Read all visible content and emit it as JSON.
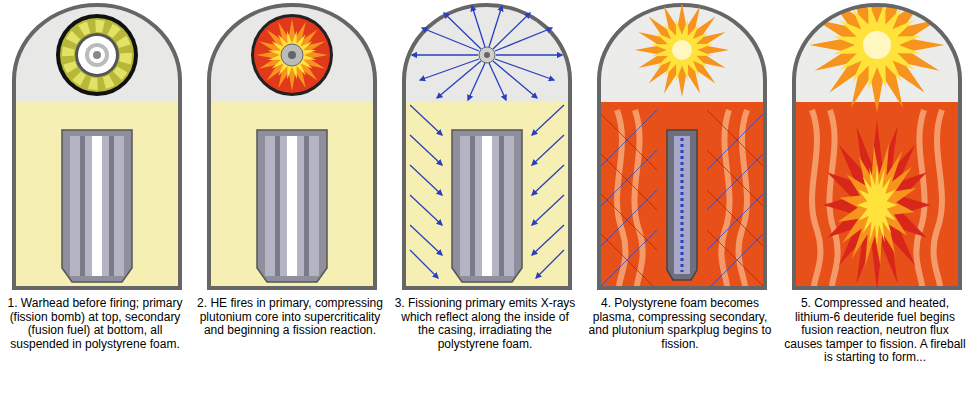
{
  "diagram": {
    "labels": [
      "1. Warhead before firing; primary (fission bomb) at top, secondary (fusion fuel) at bottom, all suspended in polystyrene foam.",
      "2. HE fires in primary, compressing plutonium core into supercriticality and beginning a fission reaction.",
      "3. Fissioning primary emits X-rays which reflect along the inside of the casing, irradiating the polystyrene foam.",
      "4. Polystyrene foam becomes plasma, compressing secondary, and plutonium sparkplug begins to fission.",
      "5. Compressed and heated, lithium-6 deuteride fuel begins fusion reaction, neutron flux causes tamper to fission. A fireball is starting to form..."
    ]
  }
}
